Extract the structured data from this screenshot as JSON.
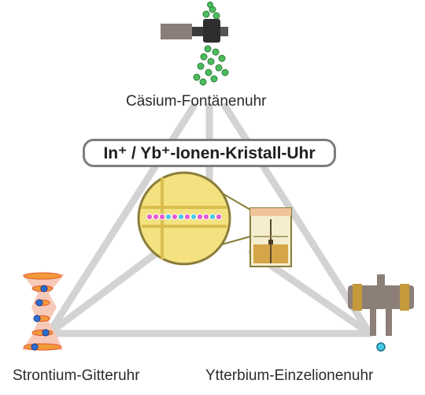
{
  "diagram": {
    "title": "In⁺ / Yb⁺-Ionen-Kristall-Uhr",
    "nodes": {
      "top": "Cäsium-Fontänenuhr",
      "bottom_left": "Strontium-Gitteruhr",
      "bottom_right": "Ytterbium-Einzelionenuhr"
    }
  },
  "colors": {
    "connector": "#d3d3d3",
    "lens_fill": "#f3e27f",
    "lens_stroke": "#8a7d3a",
    "ion_magenta": "#e65bd0",
    "ion_cyan": "#48c9e4",
    "cesium_green": "#4cbc5c",
    "trap_gold": "#c49a3b",
    "vacuum_gray": "#8c7f78"
  }
}
